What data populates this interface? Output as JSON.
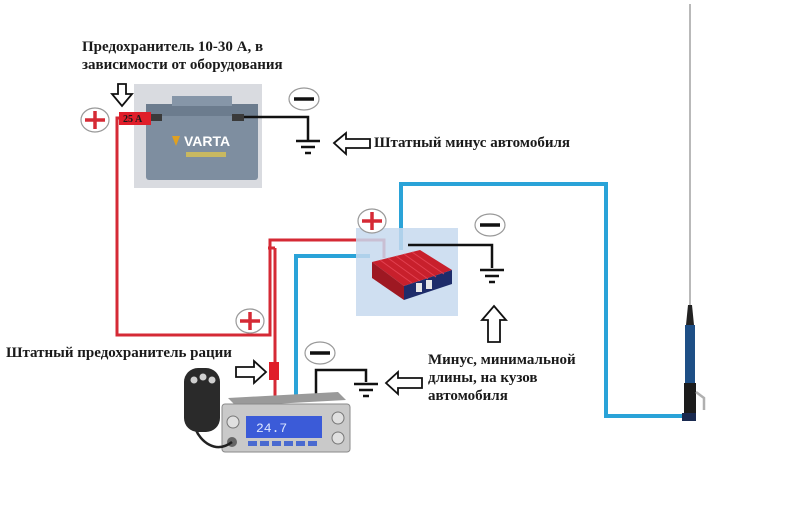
{
  "labels": {
    "battery_fuse": [
      "Предохранитель 10-30 А, в",
      "зависимости от оборудования"
    ],
    "car_ground": "Штатный минус автомобиля",
    "radio_fuse": "Штатный предохранитель рации",
    "amp_ground": [
      "Минус, минимальной",
      "длины, на кузов",
      "автомобиля"
    ]
  },
  "battery": {
    "brand": "VARTA",
    "fuse_rating": "25 A"
  },
  "radio": {
    "display": "24.7"
  },
  "symbols": {
    "plus": "+",
    "minus": "−"
  },
  "colors": {
    "power_wire": "#d52a35",
    "coax_wire": "#2aa3d8",
    "ground_wire": "#111111",
    "amplifier": "#c8202c"
  }
}
